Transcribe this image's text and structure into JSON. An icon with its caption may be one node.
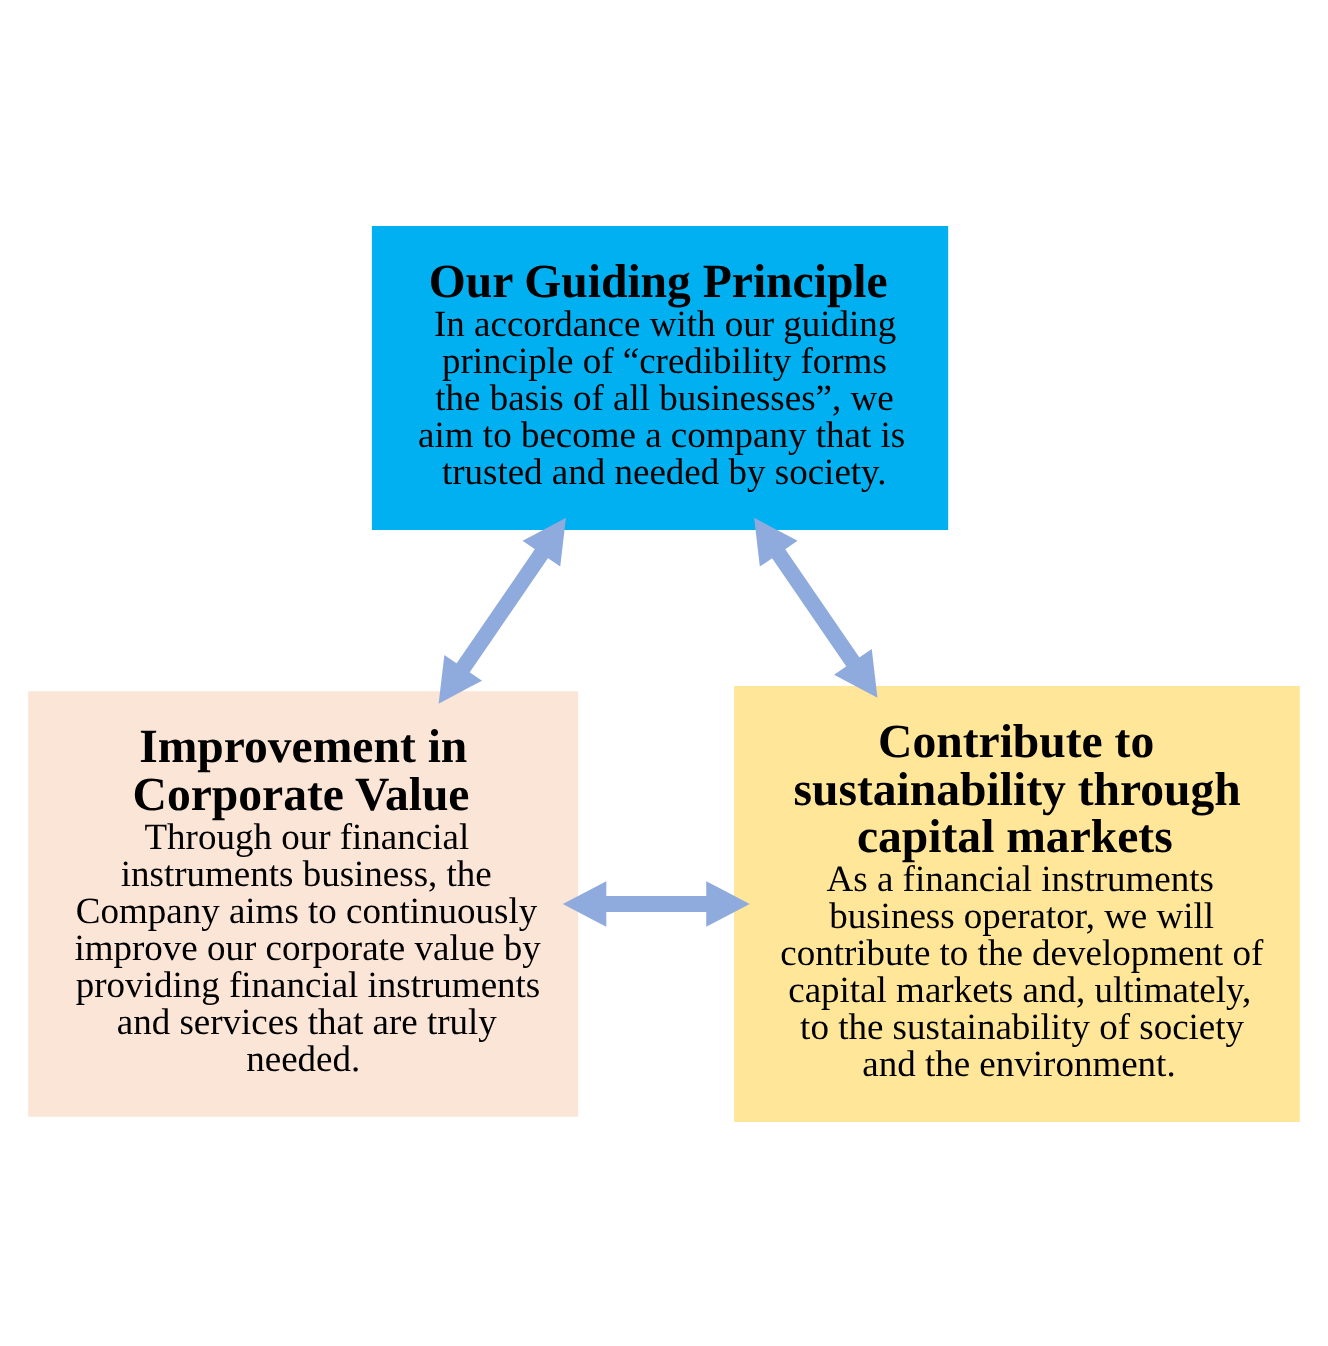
{
  "diagram": {
    "nodes": [
      {
        "text": [
          "Our Guiding Principle",
          "In accordance with our guiding principle of “credibility forms the basis of all businesses”, we aim to become a company that is trusted and needed by society."
        ]
      },
      {
        "text": [
          "Improvement in Corporate Value",
          "Through our financial instruments business, the Company aims to continuously improve our corporate value by providing financial instruments and services that are truly needed."
        ]
      },
      {
        "text": [
          "Contribute to sustainability through capital markets",
          "As a financial instruments business operator, we will contribute to the development of capital markets and, ultimately, to the sustainability of society and the environment."
        ]
      }
    ],
    "edges": [
      {
        "from": 0,
        "to": 1,
        "arrow": "both"
      },
      {
        "from": 1,
        "to": 2,
        "arrow": "both"
      },
      {
        "from": 2,
        "to": 0,
        "arrow": "both"
      }
    ]
  }
}
